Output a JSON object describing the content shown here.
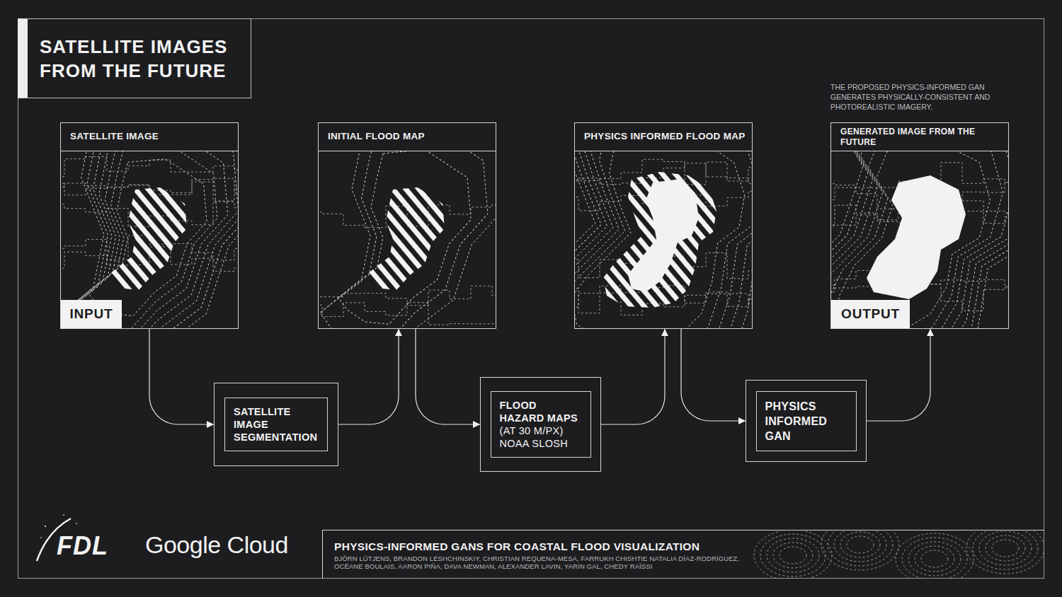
{
  "diagram": {
    "title": "SATELLITE IMAGES FROM THE FUTURE",
    "nodes": [
      {
        "text": [
          "SATELLITE IMAGE"
        ]
      },
      {
        "text": [
          "INPUT"
        ],
        "in": 0
      },
      {
        "text": [
          "INITIAL FLOOD MAP"
        ]
      },
      {
        "text": [
          "PHYSICS INFORMED FLOOD MAP"
        ]
      },
      {
        "text": [
          "GENERATED IMAGE FROM THE FUTURE"
        ]
      },
      {
        "text": [
          "OUTPUT"
        ],
        "in": 4
      },
      {
        "text": [
          "SATELLITE IMAGE SEGMENTATION"
        ]
      },
      {
        "text": [
          "FLOOD HAZARD MAPS",
          "(AT 30 M/PX) NOAA SLOSH"
        ]
      },
      {
        "text": [
          "PHYSICS INFORMED GAN"
        ]
      },
      {
        "text": [
          "PHYSICS-INFORMED GANS FOR COASTAL FLOOD VISUALIZATION",
          "BJÖRN LÜTJENS, BRANDON LESHCHINSKIY, CHRISTIAN REQUENA-MESA, FARRUKH CHISHTIE NATALIA DÍAZ-RODRÍGUEZ, OCÉANE BOULAIS, AARON PIÑA, DAVA NEWMAN, ALEXANDER LAVIN, YARIN GAL, CHEDY RAÏSSI"
        ]
      }
    ],
    "edges": [
      {
        "from": 0,
        "to": 6,
        "arrow": "to"
      },
      {
        "from": 6,
        "to": 2,
        "arrow": "to"
      },
      {
        "from": 2,
        "to": 7,
        "arrow": "to"
      },
      {
        "from": 7,
        "to": 3,
        "arrow": "to"
      },
      {
        "from": 3,
        "to": 8,
        "arrow": "to"
      },
      {
        "from": 8,
        "to": 4,
        "arrow": "to"
      }
    ],
    "labels": [
      "THE PROPOSED PHYSICS-INFORMED GAN GENERATES PHYSICALLY-CONSISTENT AND PHOTOREALISTIC IMAGERY.",
      "FDL",
      "Google Cloud"
    ]
  }
}
